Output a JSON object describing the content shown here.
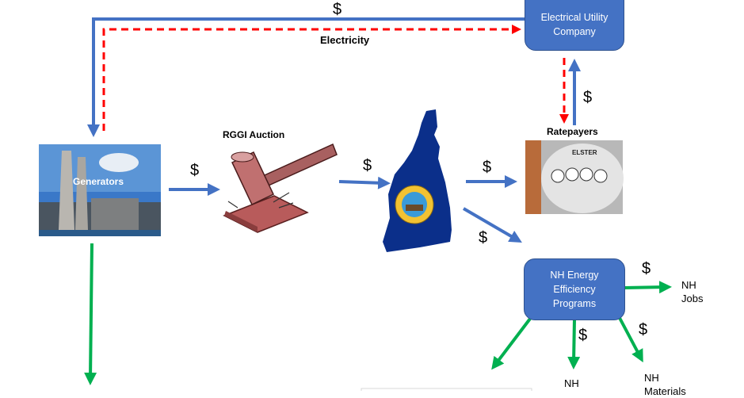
{
  "nodes": {
    "utility": "Electrical Utility Company",
    "generators": "Generators",
    "auction": "RGGI Auction",
    "ratepayers": "Ratepayers",
    "efficiency": "NH Energy Efficiency Programs"
  },
  "flows": {
    "money_symbol": "$",
    "electricity": "Electricity"
  },
  "outcomes": {
    "jobs": "NH Jobs",
    "nh_bottom": "NH",
    "materials": "NH Materials"
  },
  "images": {
    "meter_brand": "ELSTER"
  },
  "colors": {
    "money_arrow": "#4472c4",
    "electricity_arrow": "#ff0000",
    "benefit_arrow": "#00b050",
    "node_fill": "#4472c4",
    "nh_map": "#0b2f8a"
  }
}
